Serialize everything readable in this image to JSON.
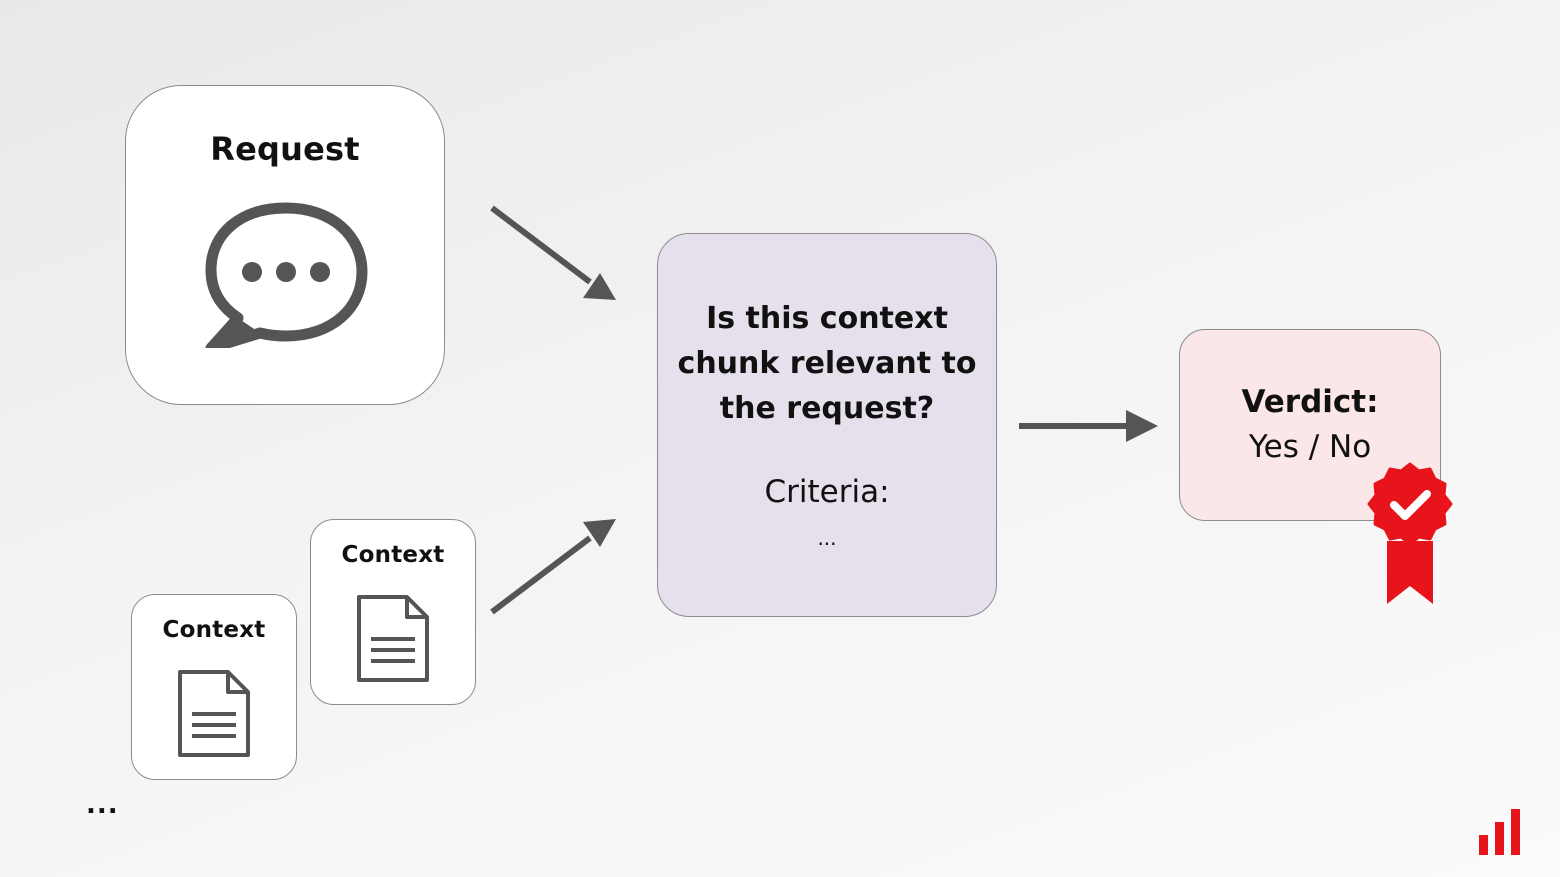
{
  "request_card": {
    "title": "Request",
    "icon": "speech-bubble-ellipsis-icon"
  },
  "context_cards": [
    {
      "title": "Context",
      "icon": "document-icon"
    },
    {
      "title": "Context",
      "icon": "document-icon"
    }
  ],
  "more_indicator": "...",
  "question_card": {
    "question_lines": [
      "Is this context",
      "chunk relevant to",
      "the request?"
    ],
    "criteria_label": "Criteria:",
    "criteria_placeholder": "..."
  },
  "verdict_card": {
    "label": "Verdict:",
    "value": "Yes / No",
    "badge_icon": "approved-rosette-check-icon"
  },
  "colors": {
    "accent_red": "#e8141b",
    "arrow_gray": "#555555",
    "question_fill": "#e6e0ec",
    "verdict_fill": "#fbe6e8"
  },
  "logo_icon": "bar-chart-logo-icon"
}
